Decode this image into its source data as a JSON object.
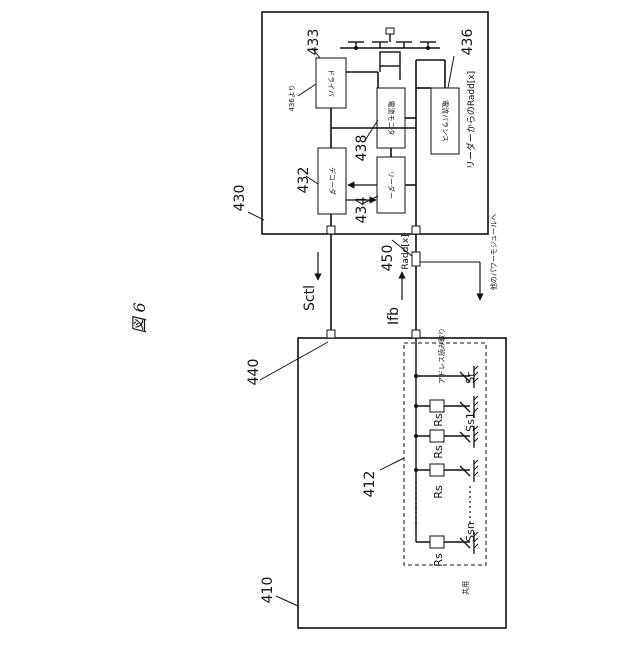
{
  "figure_title": "図 6",
  "refs": {
    "r410": "410",
    "r412": "412",
    "r430": "430",
    "r432": "432",
    "r433": "433",
    "r434": "434",
    "r436": "436",
    "r438": "438",
    "r440": "440",
    "r450": "450"
  },
  "blocks": {
    "driver": "ドライバ",
    "decoder": "デコーダ",
    "reader": "リーダー",
    "current_monitor": "電流モニタ",
    "current_balance": "電流バランス"
  },
  "signals": {
    "sctl": "Sctl",
    "ifb": "Ifb",
    "from_436": "436より",
    "from_leader": "リーダーからのRadd[x]",
    "radd": "Radd[x]",
    "to_other": "他のパワーモジュールへ",
    "address_read": "アドレス読み取り",
    "common": "共用"
  },
  "components": {
    "rs": "Rs",
    "sr": "Sr",
    "ss1": "Ss1",
    "ssn": "Ssn"
  }
}
